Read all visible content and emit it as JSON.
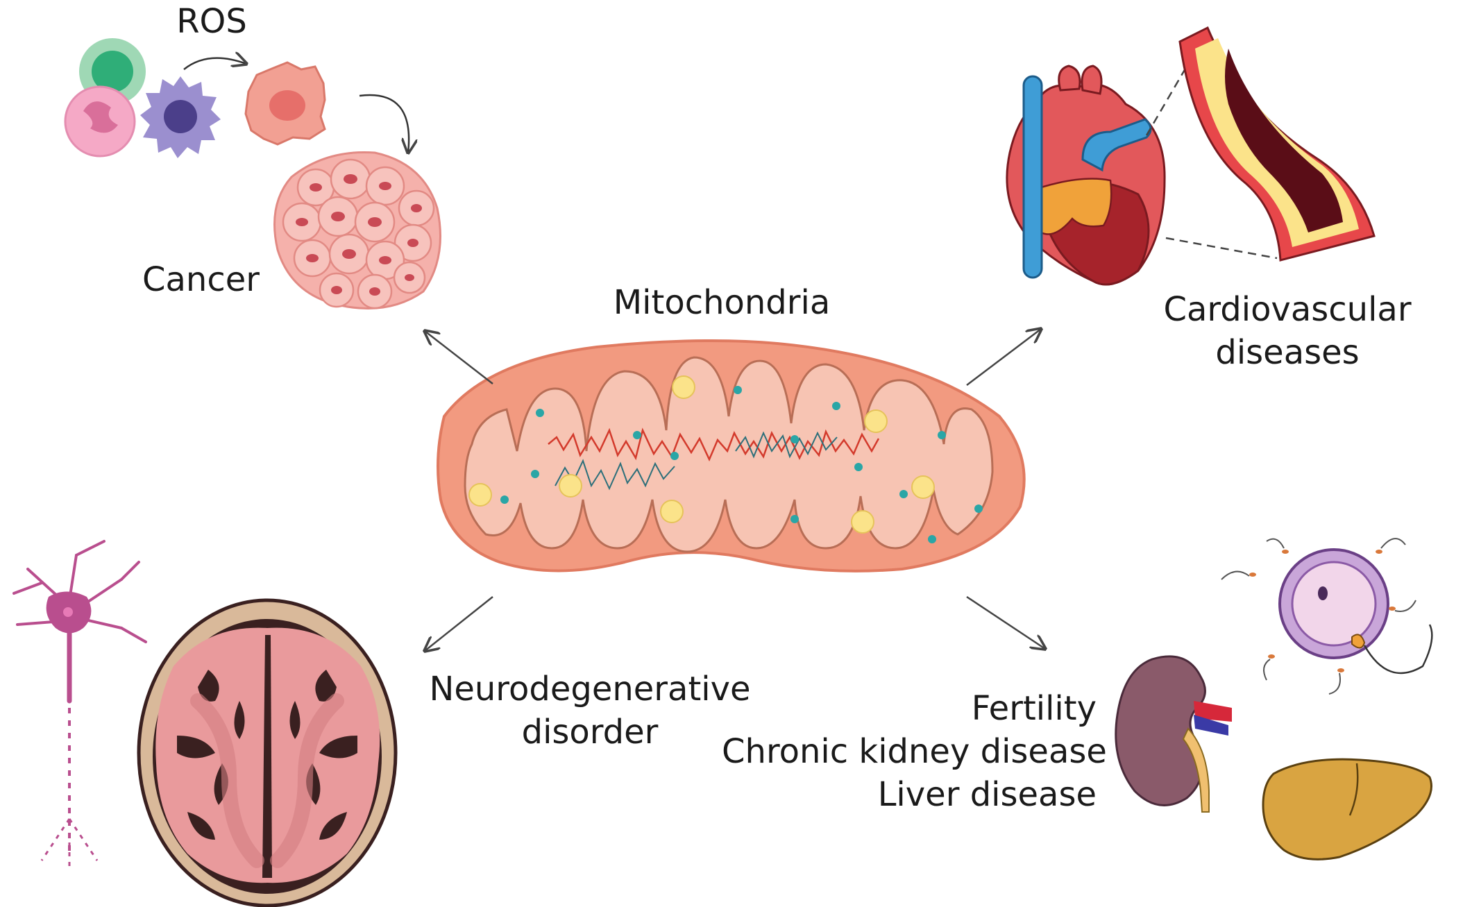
{
  "labels": {
    "ros": "ROS",
    "cancer": "Cancer",
    "mitochondria": "Mitochondria",
    "cardio": [
      "Cardiovascular",
      "diseases"
    ],
    "neuro": [
      "Neurodegenerative",
      "disorder"
    ],
    "other": [
      "Fertility",
      "Chronic kidney disease",
      "Liver disease"
    ]
  },
  "colors": {
    "mito_outer": "#f29a80",
    "mito_inner": "#f7c4b3",
    "granule_yellow": "#fbe38a",
    "dot_teal": "#2aa6a6",
    "heart_red": "#e2585b",
    "heart_dark": "#a6232b",
    "heart_blue": "#3f9dd6",
    "heart_orange": "#f0a23a",
    "brain_pink": "#e99a9c",
    "brain_dark": "#3a2020",
    "kidney": "#8a5a6a",
    "liver": "#d9a441",
    "neuron": "#b94e8e"
  },
  "icons": [
    "cell-cluster-icon",
    "tumor-icon",
    "heart-icon",
    "artery-icon",
    "mitochondrion-icon",
    "neuron-icon",
    "brain-icon",
    "oocyte-icon",
    "kidney-icon",
    "liver-icon"
  ]
}
